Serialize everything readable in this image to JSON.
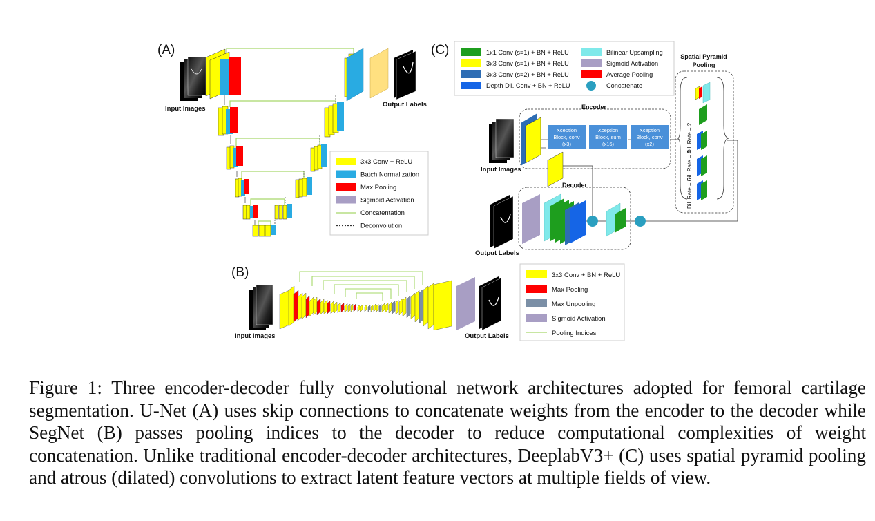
{
  "panels": {
    "a": {
      "tag": "(A)",
      "input_label": "Input Images",
      "output_label": "Output Labels",
      "legend": [
        {
          "label": "3x3 Conv + ReLU",
          "color": "#ffff00",
          "kind": "box"
        },
        {
          "label": "Batch Normalization",
          "color": "#29abe2",
          "kind": "box"
        },
        {
          "label": "Max Pooling",
          "color": "#ff0000",
          "kind": "box"
        },
        {
          "label": "Sigmoid Activation",
          "color": "#a89ec4",
          "kind": "box"
        },
        {
          "label": "Concatentation",
          "color": "#a6d86a",
          "kind": "line"
        },
        {
          "label": "Deconvolution",
          "color": "#333333",
          "kind": "dash"
        }
      ]
    },
    "b": {
      "tag": "(B)",
      "input_label": "Input Images",
      "output_label": "Output Labels",
      "legend": [
        {
          "label": "3x3 Conv + BN + ReLU",
          "color": "#ffff00",
          "kind": "box"
        },
        {
          "label": "Max Pooling",
          "color": "#ff0000",
          "kind": "box"
        },
        {
          "label": "Max Unpooling",
          "color": "#7b8fa6",
          "kind": "box"
        },
        {
          "label": "Sigmoid Activation",
          "color": "#a89ec4",
          "kind": "box"
        },
        {
          "label": "Pooling Indices",
          "color": "#a6d86a",
          "kind": "line"
        }
      ]
    },
    "c": {
      "tag": "(C)",
      "input_label": "Input Images",
      "output_label": "Output Labels",
      "encoder_label": "Encoder",
      "decoder_label": "Decoder",
      "spp_title_1": "Spatial Pyramid",
      "spp_title_2": "Pooling",
      "blocks": [
        {
          "line1": "Xception",
          "line2": "Block, conv",
          "line3": "(x3)"
        },
        {
          "line1": "Xception",
          "line2": "Block, sum",
          "line3": "(x16)"
        },
        {
          "line1": "Xception",
          "line2": "Block, conv",
          "line3": "(x2)"
        }
      ],
      "dil_rates": [
        "Dil. Rate = 2",
        "Dil. Rate = 4",
        "Dil. Rate = 6"
      ],
      "legend_left": [
        {
          "label": "1x1 Conv (s=1) + BN + ReLU",
          "color": "#1e9e1e"
        },
        {
          "label": "3x3 Conv (s=1) + BN + ReLU",
          "color": "#ffff00"
        },
        {
          "label": "3x3 Conv (s=2) + BN + ReLU",
          "color": "#2e6db4"
        },
        {
          "label": "Depth Dil. Conv + BN + ReLU",
          "color": "#1565e6"
        }
      ],
      "legend_right": [
        {
          "label": "Bilinear Upsampling",
          "color": "#7fe9ea",
          "kind": "box"
        },
        {
          "label": "Sigmoid Activation",
          "color": "#a89ec4",
          "kind": "box"
        },
        {
          "label": "Average Pooling",
          "color": "#ff0000",
          "kind": "box"
        },
        {
          "label": "Concatenate",
          "color": "#2a9fc0",
          "kind": "circle"
        }
      ]
    }
  },
  "caption": "Figure 1: Three encoder-decoder fully convolutional network architectures adopted for femoral cartilage segmentation. U-Net (A) uses skip connections to concatenate weights from the encoder to the decoder while SegNet (B) passes pooling indices to the decoder to reduce computational complexities of weight concatenation. Unlike traditional encoder-decoder architectures, DeeplabV3+ (C) uses spatial pyramid pooling and atrous (dilated) convolutions to extract latent feature vectors at multiple fields of view."
}
